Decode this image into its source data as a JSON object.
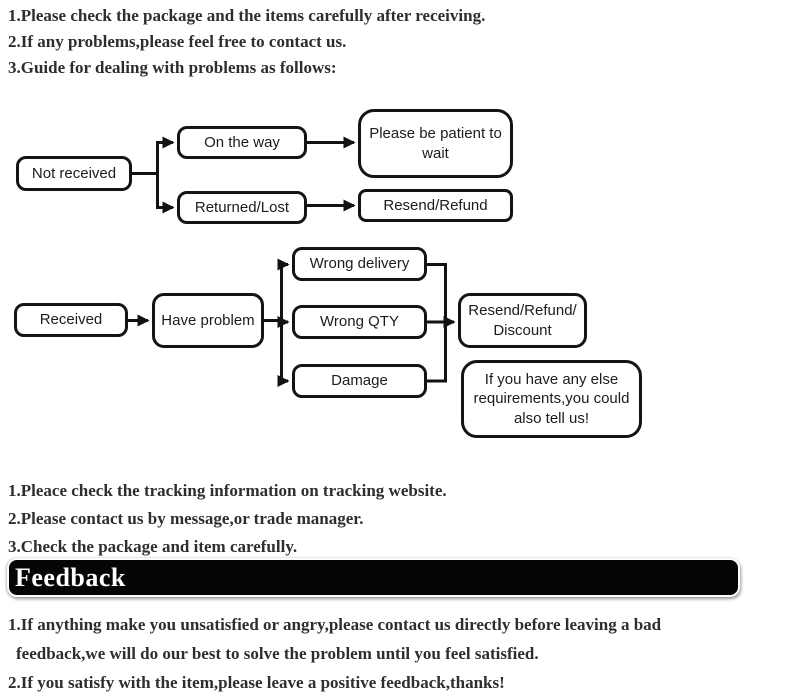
{
  "intro": {
    "line1": "1.Please check the package and the items carefully after receiving.",
    "line2": "2.If any problems,please feel free to contact us.",
    "line3": "3.Guide for dealing with problems as follows:"
  },
  "flowchart_top": {
    "start": "Not received",
    "branch1": "On the way",
    "branch1_result": "Please be patient to wait",
    "branch2": "Returned/Lost",
    "branch2_result": "Resend/Refund"
  },
  "flowchart_bottom": {
    "start": "Received",
    "step": "Have problem",
    "case1": "Wrong delivery",
    "case2": "Wrong QTY",
    "case3": "Damage",
    "result": "Resend/Refund/ Discount",
    "note": "If you have any else requirements,you could also tell us!"
  },
  "after_notes": {
    "line1": "1.Pleace check the tracking information on tracking website.",
    "line2": "2.Please contact us by message,or trade manager.",
    "line3": "3.Check the package and item carefully."
  },
  "feedback": {
    "title": "Feedback",
    "line1": "1.If anything make you unsatisfied or angry,please contact us directly before leaving a bad",
    "line1_cont": "feedback,we will do our best to solve the problem until you feel satisfied.",
    "line2": "2.If you satisfy with the item,please leave a positive feedback,thanks!"
  },
  "colors": {
    "diagram_line": "#121212",
    "box_border": "#141414",
    "banner_bg": "#050505",
    "banner_text": "#ffffff",
    "body_text": "#2e2e2e"
  }
}
